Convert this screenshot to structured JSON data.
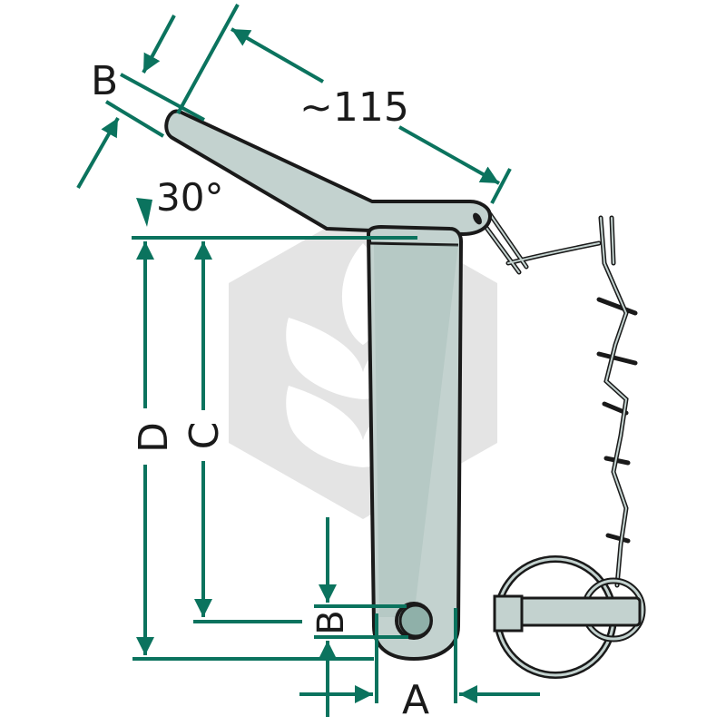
{
  "diagram": {
    "subject": "Top link pin with 30° bent handle, chain and lynch pin",
    "colors": {
      "dimension_green": "#0b735e",
      "steel_fill": "#c3d2cf",
      "steel_hole": "#8fb0a9",
      "outline": "#1a1a1a",
      "watermark_grey": "#e4e4e4"
    },
    "labels": {
      "handle_length": "~115",
      "handle_angle": "30°",
      "handle_diameter": "B",
      "overall_length": "D",
      "effective_length": "C",
      "hole_diameter": "B",
      "pin_diameter": "A"
    },
    "parts": [
      "pin-body",
      "bent-handle",
      "chain",
      "lynch-pin",
      "cross-hole"
    ],
    "watermark": "hexagon-wheat-logo"
  }
}
